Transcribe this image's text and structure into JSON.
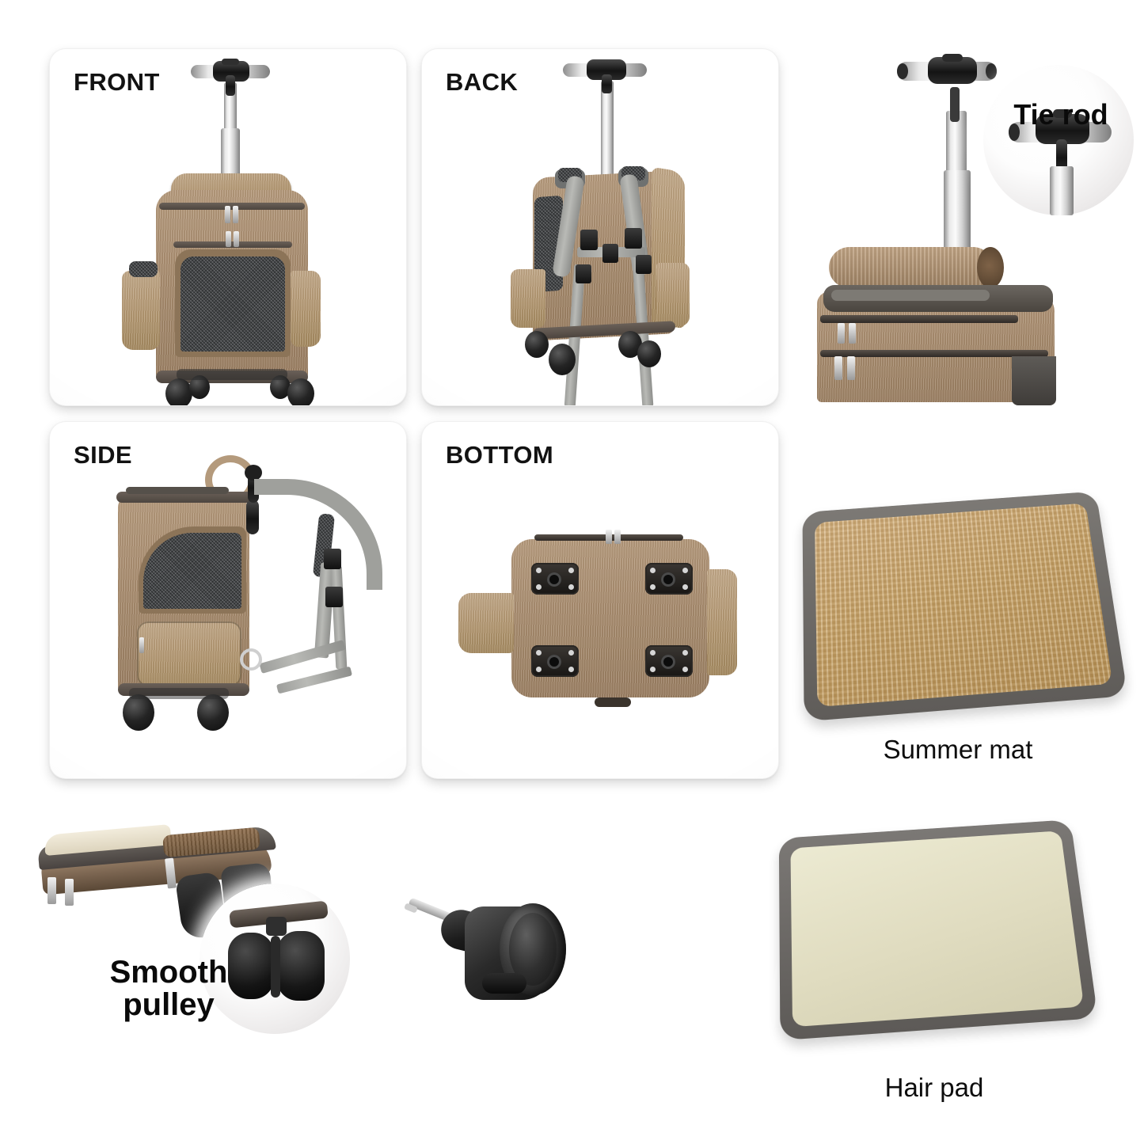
{
  "page": {
    "background_color": "#ffffff",
    "product": "pet rolling carrier backpack infographic"
  },
  "cards": [
    {
      "id": "front",
      "label": "FRONT",
      "image_name": "carrier-front-view"
    },
    {
      "id": "back",
      "label": "BACK",
      "image_name": "carrier-back-view"
    },
    {
      "id": "side",
      "label": "SIDE",
      "image_name": "carrier-side-view"
    },
    {
      "id": "bottom",
      "label": "BOTTOM",
      "image_name": "carrier-bottom-view"
    }
  ],
  "callouts": [
    {
      "id": "tie-rod",
      "label": "Tie rod",
      "image_name": "telescoping-handle-closeup"
    },
    {
      "id": "smooth-pulley",
      "label": "Smooth\npulley",
      "line1": "Smooth",
      "line2": "pulley",
      "image_name": "caster-wheel-closeup"
    }
  ],
  "accessories": [
    {
      "id": "summer-mat",
      "label": "Summer mat",
      "image_name": "woven-straw-mat",
      "surface_color": "#cda871",
      "trim_color": "#6e6a67"
    },
    {
      "id": "hair-pad",
      "label": "Hair pad",
      "image_name": "fleece-hair-pad",
      "surface_color": "#ddd9bd",
      "trim_color": "#6e6a67"
    }
  ],
  "parts": [
    {
      "id": "caster-wheel",
      "image_name": "single-caster-wheel"
    },
    {
      "id": "rolled-mat",
      "image_name": "rolled-mat-on-carrier"
    }
  ],
  "colors": {
    "fabric_brown": "#a98d6f",
    "fabric_light": "#c2a888",
    "mesh_gray": "#4f5154",
    "trim_dark": "#4d453f",
    "strap_gray": "#a9aaa6",
    "wheel_black": "#141414",
    "metal_silver": "#d9d9d9",
    "text_black": "#0d0d0d"
  }
}
